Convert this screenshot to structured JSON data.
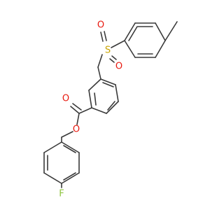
{
  "atoms": {
    "s1": {
      "symbol": "S"
    },
    "o1": {
      "symbol": "O"
    },
    "o2": {
      "symbol": "O"
    },
    "o3": {
      "symbol": "O"
    },
    "o4": {
      "symbol": "O"
    },
    "f1": {
      "symbol": "F"
    }
  },
  "colors": {
    "bond": "#3a3a3a",
    "oxygen": "#e8190f",
    "sulfur": "#c9a400",
    "fluorine": "#8cc43c"
  }
}
